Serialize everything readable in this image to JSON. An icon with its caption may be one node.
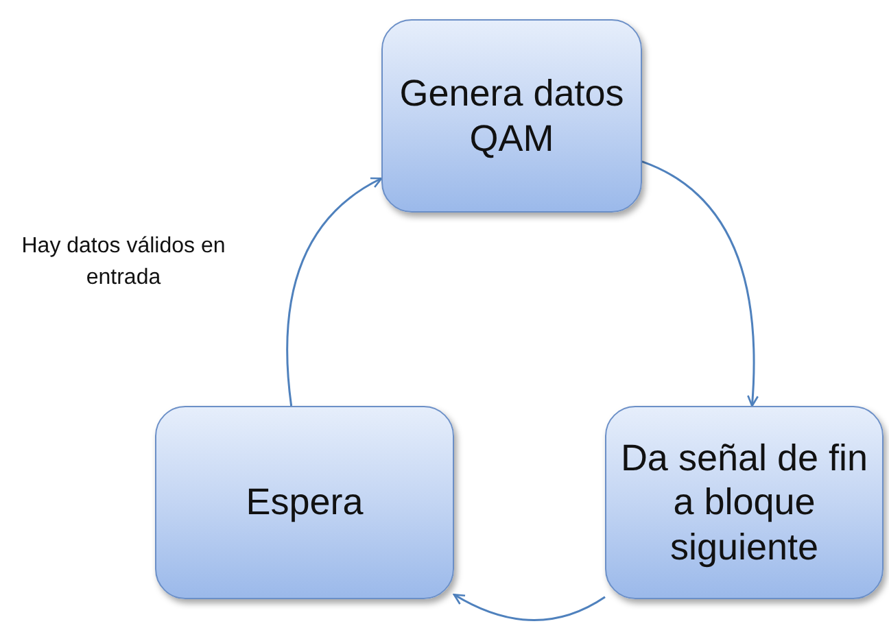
{
  "diagram": {
    "nodes": [
      {
        "text": [
          "Genera datos QAM"
        ]
      },
      {
        "text": [
          "Da señal de fin a bloque siguiente"
        ]
      },
      {
        "text": [
          "Espera"
        ]
      }
    ],
    "edges": [
      {
        "from": 0,
        "to": 1,
        "arrow": "to"
      },
      {
        "from": 1,
        "to": 2,
        "arrow": "to"
      },
      {
        "from": 2,
        "to": 0,
        "arrow": "to",
        "label": "Hay datos válidos en entrada"
      }
    ]
  }
}
